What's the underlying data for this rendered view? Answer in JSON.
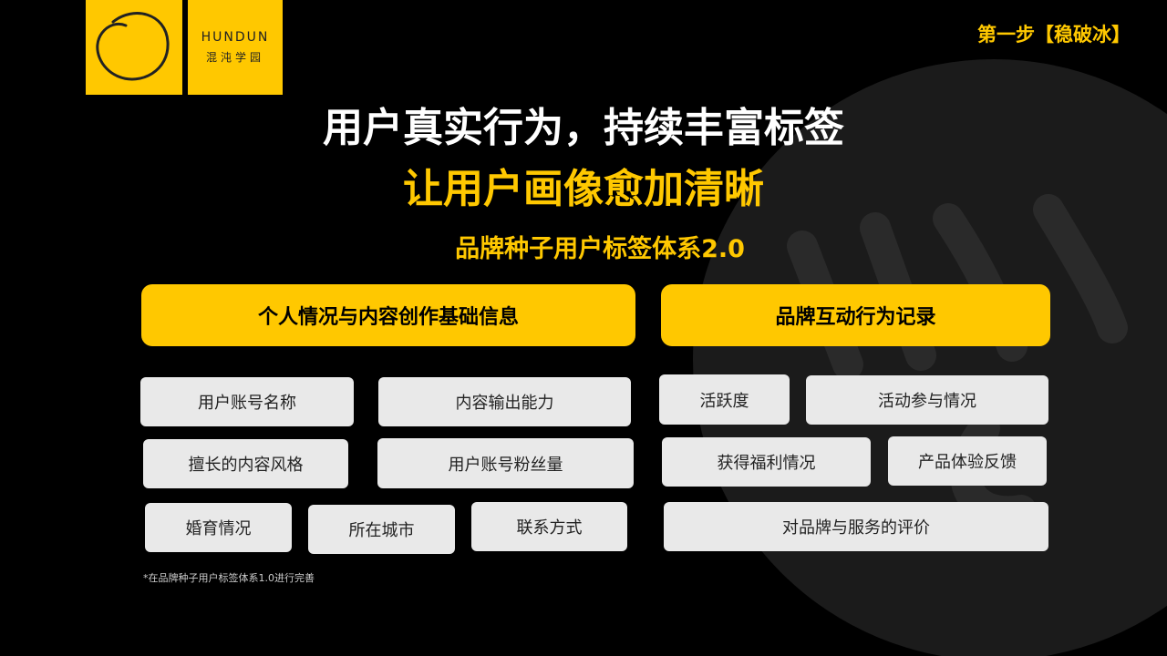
{
  "logo": {
    "brand_en": "HUNDUN",
    "brand_cn": "混沌学园"
  },
  "step_label": "第一步【稳破冰】",
  "titles": {
    "line1": "用户真实行为，持续丰富标签",
    "line2": "让用户画像愈加清晰",
    "subtitle": "品牌种子用户标签体系2.0"
  },
  "left_section": {
    "header": "个人情况与内容创作基础信息",
    "tags": [
      "用户账号名称",
      "内容输出能力",
      "擅长的内容风格",
      "用户账号粉丝量",
      "婚育情况",
      "所在城市",
      "联系方式"
    ]
  },
  "right_section": {
    "header": "品牌互动行为记录",
    "tags": [
      "活跃度",
      "活动参与情况",
      "获得福利情况",
      "产品体验反馈",
      "对品牌与服务的评价"
    ]
  },
  "footnote": "*在品牌种子用户标签体系1.0进行完善",
  "colors": {
    "accent": "#FFC800",
    "background": "#000000",
    "tag_bg": "#E9E9E9"
  }
}
